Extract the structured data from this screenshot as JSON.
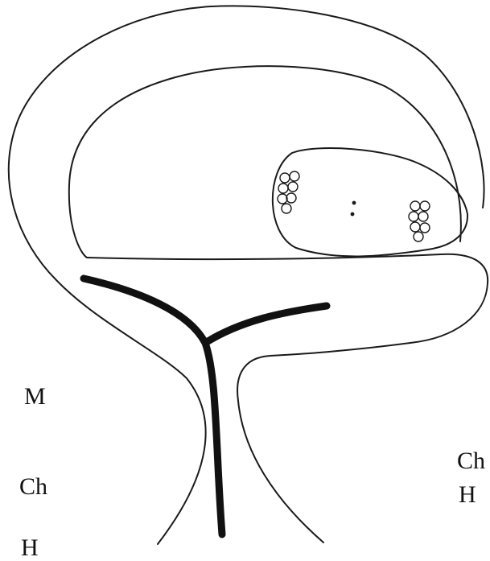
{
  "labels": {
    "m": "M",
    "ch_left": "Ch",
    "h_left": "H",
    "ch_right": "Ch",
    "h_right": "H"
  },
  "colors": {
    "outline": "#1a1a1a",
    "background": "#ffffff"
  }
}
